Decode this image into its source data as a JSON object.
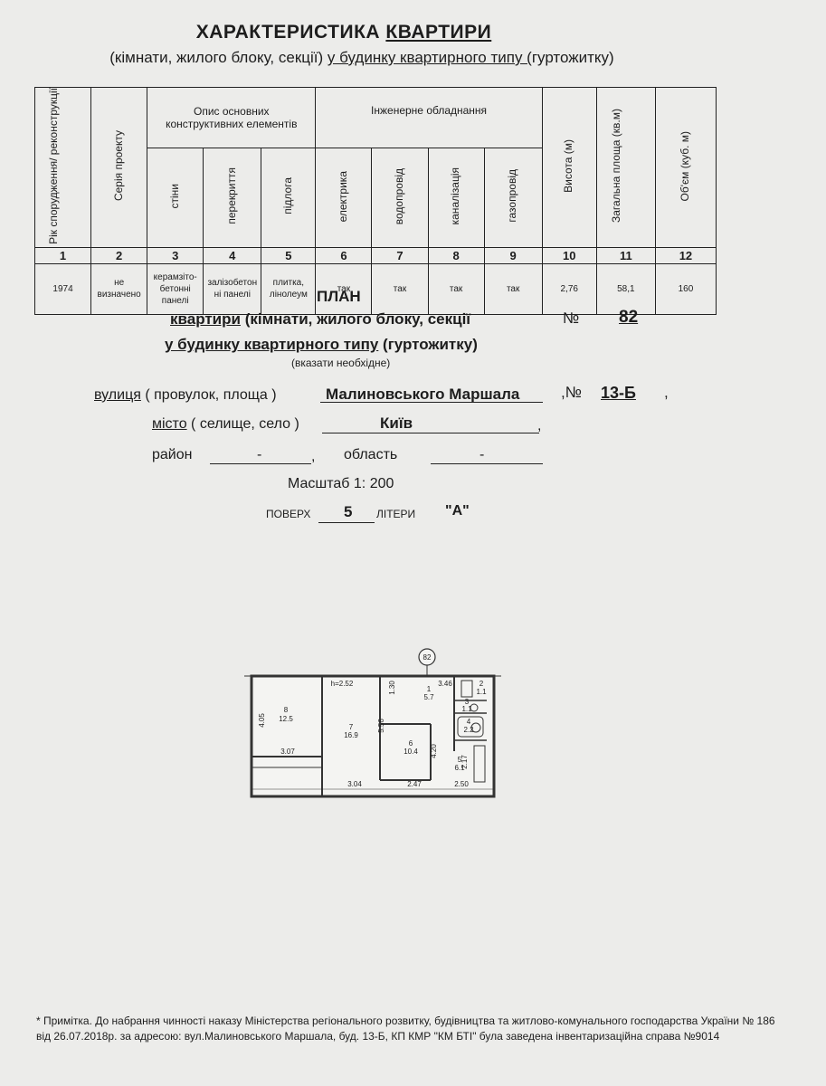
{
  "header": {
    "title_part1": "ХАРАКТЕРИСТИКА ",
    "title_part2": "КВАРТИРИ",
    "subtitle_part1": "(кімнати, жилого блоку, секції) ",
    "subtitle_part2": "у будинку квартирного типу (",
    "subtitle_part3": "гуртожитку)"
  },
  "table": {
    "col_year": "Рік спорудження/ реконструкції",
    "col_series": "Серія проекту",
    "group_construction": "Опис основних конструктивних елементів",
    "col_walls": "стіни",
    "col_floors_between": "перекриття",
    "col_floor": "підлога",
    "group_engineering": "Інженерне обладнання",
    "col_electric": "електрика",
    "col_water": "водопровід",
    "col_sewer": "каналізація",
    "col_gas": "газопровід",
    "col_height": "Висота (м)",
    "col_area": "Загальна площа (кв.м)",
    "col_volume": "Об'єм (куб. м)",
    "numbers": [
      "1",
      "2",
      "3",
      "4",
      "5",
      "6",
      "7",
      "8",
      "9",
      "10",
      "11",
      "12"
    ],
    "values": {
      "year": "1974",
      "series": "не визначено",
      "walls": "керамзіто-бетонні панелі",
      "floors_between": "залізобетон ні панелі",
      "floor": "плитка, лінолеум",
      "electric": "так",
      "water": "так",
      "sewer": "так",
      "gas": "так",
      "height": "2,76",
      "area": "58,1",
      "volume": "160"
    }
  },
  "plan_header": {
    "plan_label": "ПЛАН",
    "line1_part1": "квартири",
    "line1_part2": " (кімнати, жилого блоку, секції",
    "number_label": "№",
    "number_value": "82",
    "line2_part1": "у будинку квартирного типу",
    "line2_part2": " (гуртожитку)",
    "hint": "(вказати необхідне)"
  },
  "address": {
    "street_label": "вулиця",
    "street_label_rest": " ( провулок, площа )",
    "street_value": "Малиновського Маршала",
    "house_label": ",№",
    "house_value": "13-Б",
    "comma": ",",
    "city_label": "місто",
    "city_label_rest": " ( селище, село )",
    "city_value": "Київ",
    "district_label": "район",
    "district_value": "-",
    "region_label": "область",
    "region_value": "-",
    "scale": "Масштаб 1: 200",
    "floor_label": "ПОВЕРХ",
    "floor_value": "5",
    "letter_label": "ЛІТЕРИ",
    "letter_value": "\"А\""
  },
  "floor_plan": {
    "apartment_number": "82",
    "height_label": "h=2.52",
    "rooms": [
      {
        "num": "8",
        "area": "12.5"
      },
      {
        "num": "7",
        "area": "16.9"
      },
      {
        "num": "6",
        "area": "10.4"
      },
      {
        "num": "1",
        "area": "5.7"
      },
      {
        "num": "2",
        "area": "1.1"
      },
      {
        "num": "3",
        "area": "1.1"
      },
      {
        "num": "4",
        "area": "2.2"
      },
      {
        "num": "5",
        "area": "6.1"
      }
    ],
    "dims": [
      "4.05",
      "3.07",
      "5.56",
      "1.30",
      "4.20",
      "3.46",
      "3.04",
      "2.47",
      "2.50",
      "2.17"
    ]
  },
  "note": {
    "text": "* Примітка.  До набрання чинності  наказу Міністерства регіонального розвитку, будівництва та житлово-комунального господарства України № 186 від 26.07.2018р.  за адресою: вул.Малиновського Маршала, буд. 13-Б, КП КМР \"КМ БТІ\" була заведена інвентаризаційна справа №9014"
  }
}
